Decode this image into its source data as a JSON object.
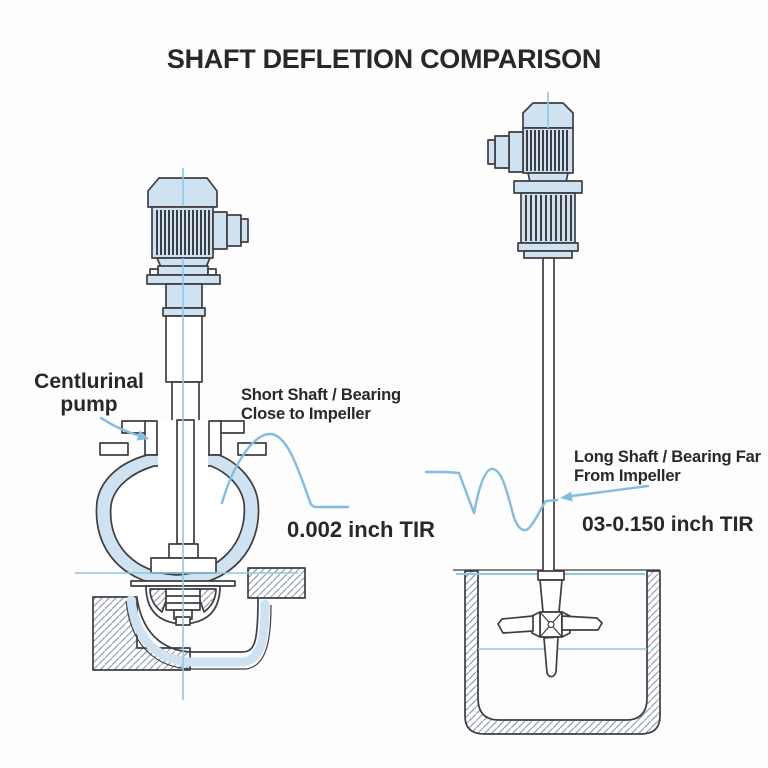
{
  "title": "SHAFT DEFLETION COMPARISON",
  "left_figure": {
    "label": "Centlurinal\npump",
    "annotation": "Short Shaft / Bearing\nClose to Impeller",
    "tir_value": "0.002 inch TIR"
  },
  "right_figure": {
    "annotation": "Long Shaft / Bearing Far\nFrom Impeller",
    "tir_value": "03-0.150 inch TIR"
  },
  "colors": {
    "background": "#fdfdfd",
    "fill_blue": "#cfe2f1",
    "accent_blue": "#82bddf",
    "centerline_blue": "#8ec6e6",
    "outline": "#3e3e42",
    "hatch": "#93a0ac",
    "text": "#28282a"
  }
}
